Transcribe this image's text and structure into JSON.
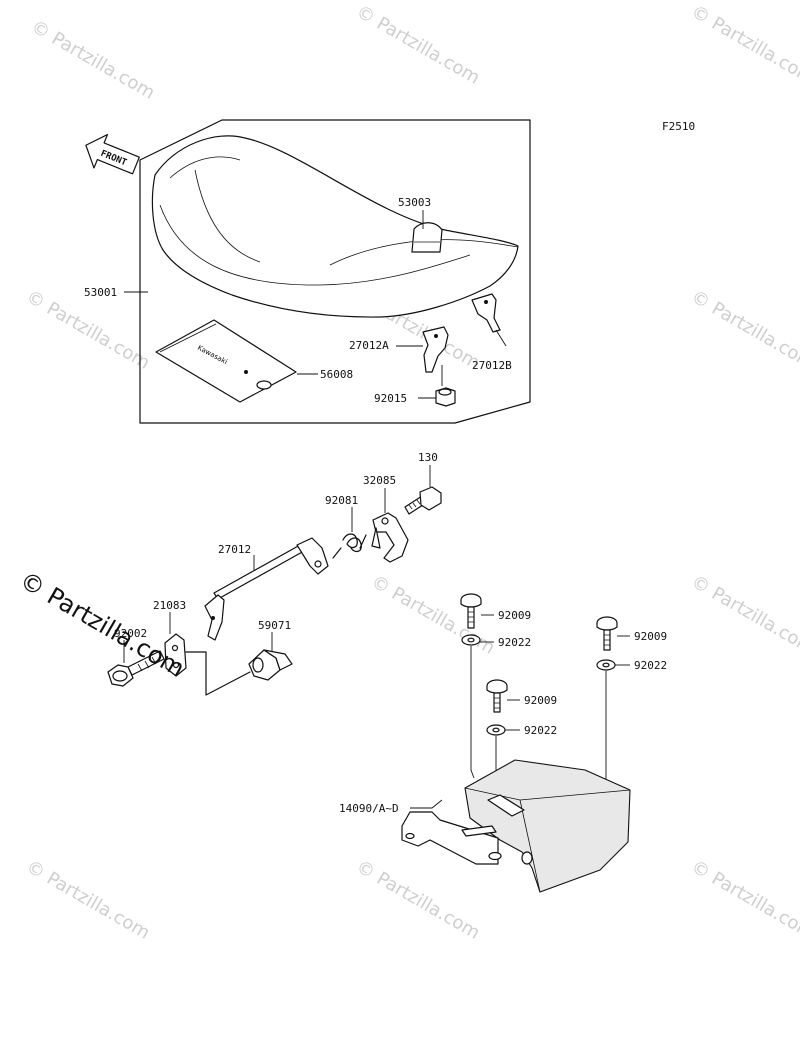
{
  "diagram": {
    "figure_code": "F2510",
    "front_arrow_label": "FRONT",
    "seal_text": "Kawasaki",
    "watermark_text": "© Partzilla.com",
    "labels": {
      "p53001": "53001",
      "p53003": "53003",
      "p56008": "56008",
      "p27012A": "27012A",
      "p27012B": "27012B",
      "p92015": "92015",
      "p130": "130",
      "p32085": "32085",
      "p92081": "92081",
      "p27012": "27012",
      "p21083": "21083",
      "p92002": "92002",
      "p59071": "59071",
      "p92009a": "92009",
      "p92022a": "92022",
      "p92009b": "92009",
      "p92022b": "92022",
      "p92009c": "92009",
      "p92022c": "92022",
      "p14090": "14090/A~D"
    }
  }
}
